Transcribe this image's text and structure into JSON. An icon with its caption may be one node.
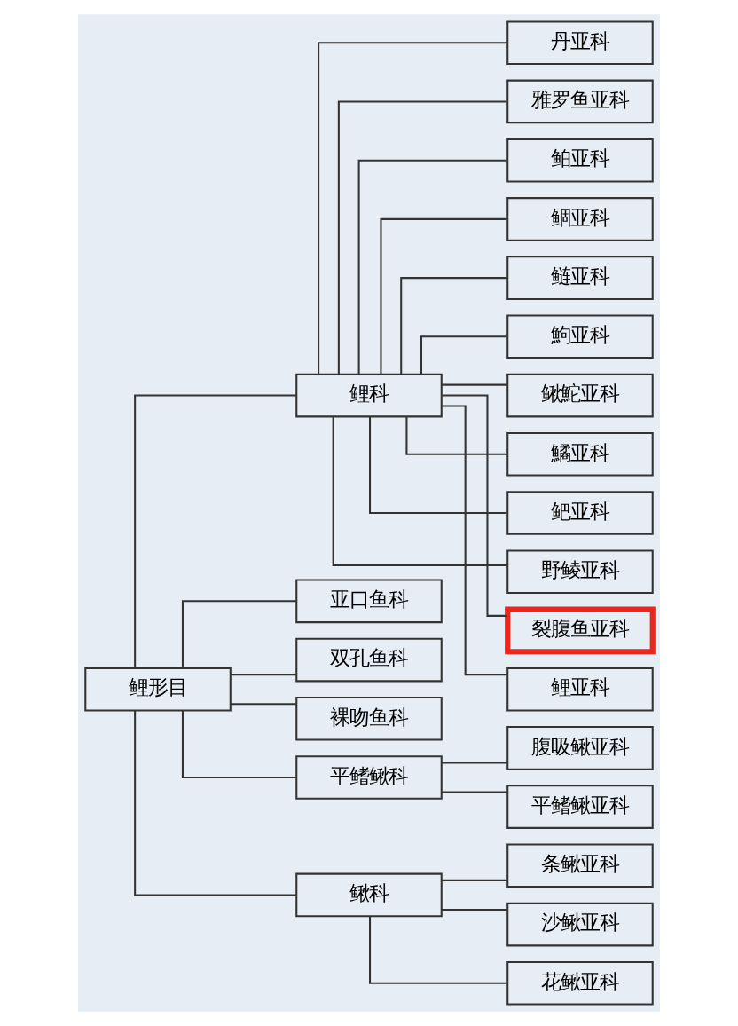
{
  "diagram": {
    "nodes": [
      {
        "text": [
          "鲤形目"
        ]
      },
      {
        "text": [
          "鲤科"
        ]
      },
      {
        "text": [
          "丹亚科"
        ]
      },
      {
        "text": [
          "雅罗鱼亚科"
        ]
      },
      {
        "text": [
          "鲌亚科"
        ]
      },
      {
        "text": [
          "鲴亚科"
        ]
      },
      {
        "text": [
          "鲢亚科"
        ]
      },
      {
        "text": [
          "鮈亚科"
        ]
      },
      {
        "text": [
          "鳅鮀亚科"
        ]
      },
      {
        "text": [
          "鱊亚科"
        ]
      },
      {
        "text": [
          "鲃亚科"
        ]
      },
      {
        "text": [
          "野鲮亚科"
        ]
      },
      {
        "text": [
          "裂腹鱼亚科"
        ]
      },
      {
        "text": [
          "鲤亚科"
        ]
      },
      {
        "text": [
          "亚口鱼科"
        ]
      },
      {
        "text": [
          "双孔鱼科"
        ]
      },
      {
        "text": [
          "裸吻鱼科"
        ]
      },
      {
        "text": [
          "平鳍鳅科"
        ]
      },
      {
        "text": [
          "腹吸鳅亚科"
        ]
      },
      {
        "text": [
          "平鳍鳅亚科"
        ]
      },
      {
        "text": [
          "鳅科"
        ]
      },
      {
        "text": [
          "条鳅亚科"
        ]
      },
      {
        "text": [
          "沙鳅亚科"
        ]
      },
      {
        "text": [
          "花鳅亚科"
        ]
      }
    ],
    "edges": [
      {
        "from": 0,
        "to": 1,
        "arrow": "none"
      },
      {
        "from": 0,
        "to": 14,
        "arrow": "none"
      },
      {
        "from": 0,
        "to": 15,
        "arrow": "none"
      },
      {
        "from": 0,
        "to": 16,
        "arrow": "none"
      },
      {
        "from": 0,
        "to": 17,
        "arrow": "none"
      },
      {
        "from": 0,
        "to": 20,
        "arrow": "none"
      },
      {
        "from": 1,
        "to": 2,
        "arrow": "none"
      },
      {
        "from": 1,
        "to": 3,
        "arrow": "none"
      },
      {
        "from": 1,
        "to": 4,
        "arrow": "none"
      },
      {
        "from": 1,
        "to": 5,
        "arrow": "none"
      },
      {
        "from": 1,
        "to": 6,
        "arrow": "none"
      },
      {
        "from": 1,
        "to": 7,
        "arrow": "none"
      },
      {
        "from": 1,
        "to": 8,
        "arrow": "none"
      },
      {
        "from": 1,
        "to": 9,
        "arrow": "none"
      },
      {
        "from": 1,
        "to": 10,
        "arrow": "none"
      },
      {
        "from": 1,
        "to": 11,
        "arrow": "none"
      },
      {
        "from": 1,
        "to": 12,
        "arrow": "none"
      },
      {
        "from": 1,
        "to": 13,
        "arrow": "none"
      },
      {
        "from": 17,
        "to": 18,
        "arrow": "none"
      },
      {
        "from": 17,
        "to": 19,
        "arrow": "none"
      },
      {
        "from": 20,
        "to": 21,
        "arrow": "none"
      },
      {
        "from": 20,
        "to": 22,
        "arrow": "none"
      },
      {
        "from": 20,
        "to": 23,
        "arrow": "none"
      }
    ]
  }
}
